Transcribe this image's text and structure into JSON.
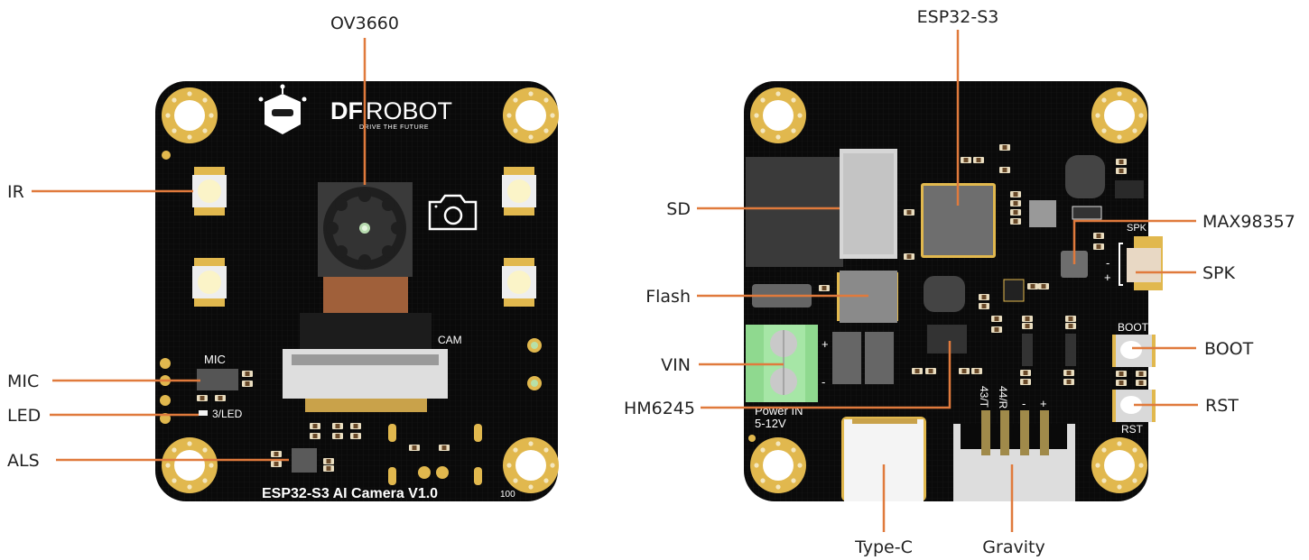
{
  "figure": {
    "type": "hardware-pinout-diagram",
    "board_name": "ESP32-S3 AI Camera V1.0",
    "colors": {
      "pcb": "#0a0a0a",
      "callout_line": "#e07a3c",
      "pad_gold": "#e1b84e",
      "chip_gray": "#6e6e6e",
      "terminal_green": "#8fd98f"
    }
  },
  "front_board": {
    "brand": "DFROBOT",
    "brand_bold_part": "DF",
    "brand_light_part": "ROBOT",
    "slogan": "DRIVE THE FUTURE",
    "silkscreen": {
      "cam": "CAM",
      "mic": "MIC",
      "led": "3/LED",
      "title": "ESP32-S3 AI Camera V1.0",
      "number": "100"
    },
    "callouts": [
      {
        "id": "ov3660",
        "label": "OV3660",
        "side": "top"
      },
      {
        "id": "ir",
        "label": "IR",
        "side": "left"
      },
      {
        "id": "mic",
        "label": "MIC",
        "side": "left"
      },
      {
        "id": "led",
        "label": "LED",
        "side": "left"
      },
      {
        "id": "als",
        "label": "ALS",
        "side": "left"
      }
    ]
  },
  "back_board": {
    "silkscreen": {
      "power_in": "Power IN",
      "voltage": "5-12V",
      "plus": "+",
      "minus": "-",
      "spk": "SPK",
      "boot": "BOOT",
      "rst": "RST",
      "gravity_pins": [
        "43/T",
        "44/R",
        "-",
        "+"
      ]
    },
    "callouts": [
      {
        "id": "esp32s3",
        "label": "ESP32-S3",
        "side": "top"
      },
      {
        "id": "sd",
        "label": "SD",
        "side": "left"
      },
      {
        "id": "flash",
        "label": "Flash",
        "side": "left"
      },
      {
        "id": "vin",
        "label": "VIN",
        "side": "left"
      },
      {
        "id": "hm6245",
        "label": "HM6245",
        "side": "left"
      },
      {
        "id": "max98357",
        "label": "MAX98357",
        "side": "right"
      },
      {
        "id": "spk",
        "label": "SPK",
        "side": "right"
      },
      {
        "id": "boot",
        "label": "BOOT",
        "side": "right"
      },
      {
        "id": "rst",
        "label": "RST",
        "side": "right"
      },
      {
        "id": "typec",
        "label": "Type-C",
        "side": "bottom"
      },
      {
        "id": "gravity",
        "label": "Gravity",
        "side": "bottom"
      }
    ]
  }
}
